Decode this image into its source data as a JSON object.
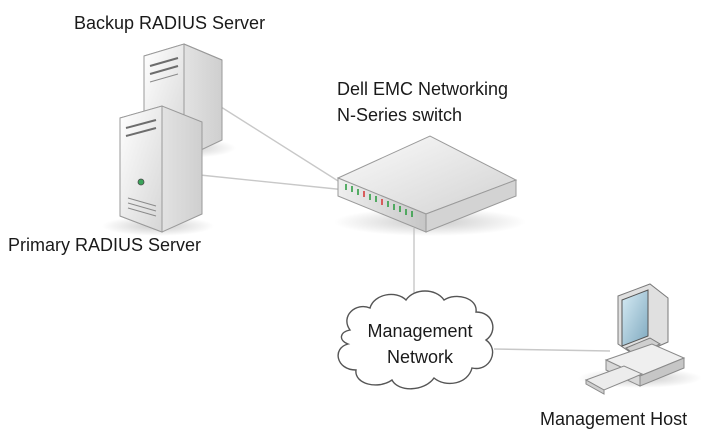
{
  "labels": {
    "backup_server": "Backup RADIUS Server",
    "primary_server": "Primary RADIUS Server",
    "switch_line1": "Dell EMC Networking",
    "switch_line2": "N-Series switch",
    "network_line1": "Management",
    "network_line2": "Network",
    "host": "Management Host"
  },
  "colors": {
    "link": "#c8c8c8",
    "server_body": "#e4e4e4",
    "switch_body": "#dcdcdc",
    "port_led_green": "#2f9e44",
    "port_led_red": "#d63b3b",
    "monitor_screen": "#9fc4d6"
  }
}
